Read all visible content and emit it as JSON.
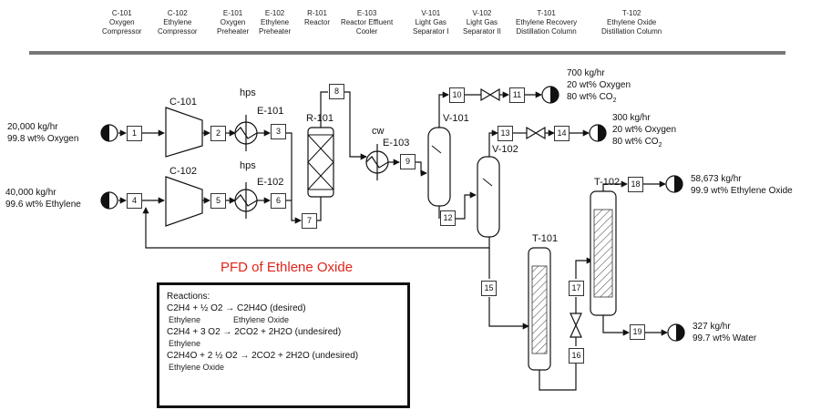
{
  "legend": [
    {
      "tag": "C-101",
      "line1": "Oxygen",
      "line2": "Compressor"
    },
    {
      "tag": "C-102",
      "line1": "Ethylene",
      "line2": "Compressor"
    },
    {
      "tag": "E-101",
      "line1": "Oxygen",
      "line2": "Preheater"
    },
    {
      "tag": "E-102",
      "line1": "Ethylene",
      "line2": "Preheater"
    },
    {
      "tag": "R-101",
      "line1": "Reactor",
      "line2": ""
    },
    {
      "tag": "E-103",
      "line1": "Reactor Effluent",
      "line2": "Cooler"
    },
    {
      "tag": "V-101",
      "line1": "Light Gas",
      "line2": "Separator I"
    },
    {
      "tag": "V-102",
      "line1": "Light Gas",
      "line2": "Separator II"
    },
    {
      "tag": "T-101",
      "line1": "Ethylene Recovery",
      "line2": "Distillation Column"
    },
    {
      "tag": "T-102",
      "line1": "Ethylene Oxide",
      "line2": "Distillation Column"
    }
  ],
  "title": "PFD of Ethlene Oxide",
  "equipment_labels": {
    "c101": "C-101",
    "c102": "C-102",
    "e101": "E-101",
    "e102": "E-102",
    "hps1": "hps",
    "hps2": "hps",
    "r101": "R-101",
    "cw": "cw",
    "e103": "E-103",
    "v101": "V-101",
    "v102": "V-102",
    "t101": "T-101",
    "t102": "T-102"
  },
  "streams": [
    "1",
    "2",
    "3",
    "4",
    "5",
    "6",
    "7",
    "8",
    "9",
    "10",
    "11",
    "12",
    "13",
    "14",
    "15",
    "16",
    "17",
    "18",
    "19"
  ],
  "flows": {
    "oxygen_feed": {
      "line1": "20,000 kg/hr",
      "line2": "99.8 wt% Oxygen"
    },
    "ethylene_feed": {
      "line1": "40,000 kg/hr",
      "line2": "99.6 wt% Ethylene"
    },
    "purge1": {
      "line1": "700 kg/hr",
      "line2": "20 wt% Oxygen",
      "line3": "80 wt% CO"
    },
    "purge2": {
      "line1": "300 kg/hr",
      "line2": "20 wt% Oxygen",
      "line3": "80 wt% CO"
    },
    "product": {
      "line1": "58,673 kg/hr",
      "line2": "99.9 wt% Ethylene Oxide"
    },
    "water": {
      "line1": "327 kg/hr",
      "line2": "99.7 wt% Water"
    }
  },
  "reactions": {
    "heading": "Reactions:",
    "r1": "C2H4 + ½ O2 → C2H4O (desired)",
    "r1_sub_a": "Ethylene",
    "r1_sub_b": "Ethylene Oxide",
    "r2": "C2H4 + 3 O2 → 2CO2 + 2H2O (undesired)",
    "r2_sub": "Ethylene",
    "r3": "C2H4O + 2 ½ O2 → 2CO2 + 2H2O (undesired)",
    "r3_sub": "Ethylene Oxide"
  }
}
